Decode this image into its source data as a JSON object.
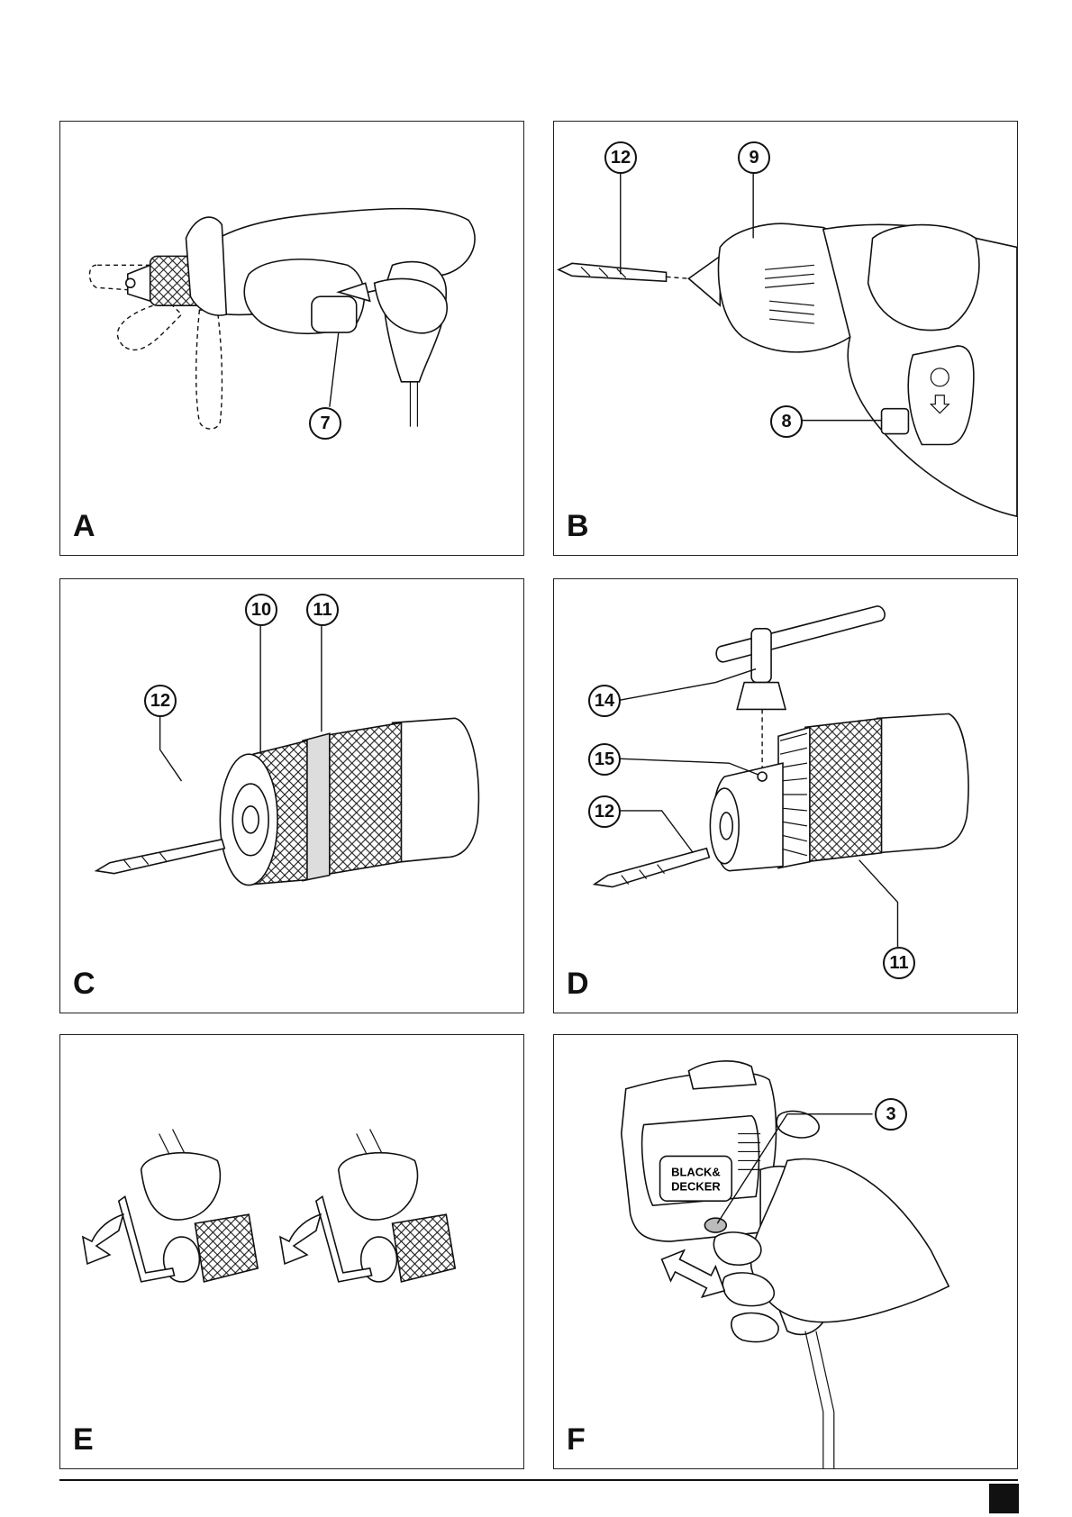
{
  "figures": [
    {
      "letter": "A",
      "callouts": [
        "7"
      ]
    },
    {
      "letter": "B",
      "callouts": [
        "12",
        "9",
        "8"
      ]
    },
    {
      "letter": "C",
      "callouts": [
        "10",
        "11",
        "12"
      ]
    },
    {
      "letter": "D",
      "callouts": [
        "14",
        "15",
        "12",
        "11"
      ]
    },
    {
      "letter": "E",
      "callouts": []
    },
    {
      "letter": "F",
      "callouts": [
        "3"
      ],
      "logo_text": "BLACK & DECKER"
    }
  ]
}
